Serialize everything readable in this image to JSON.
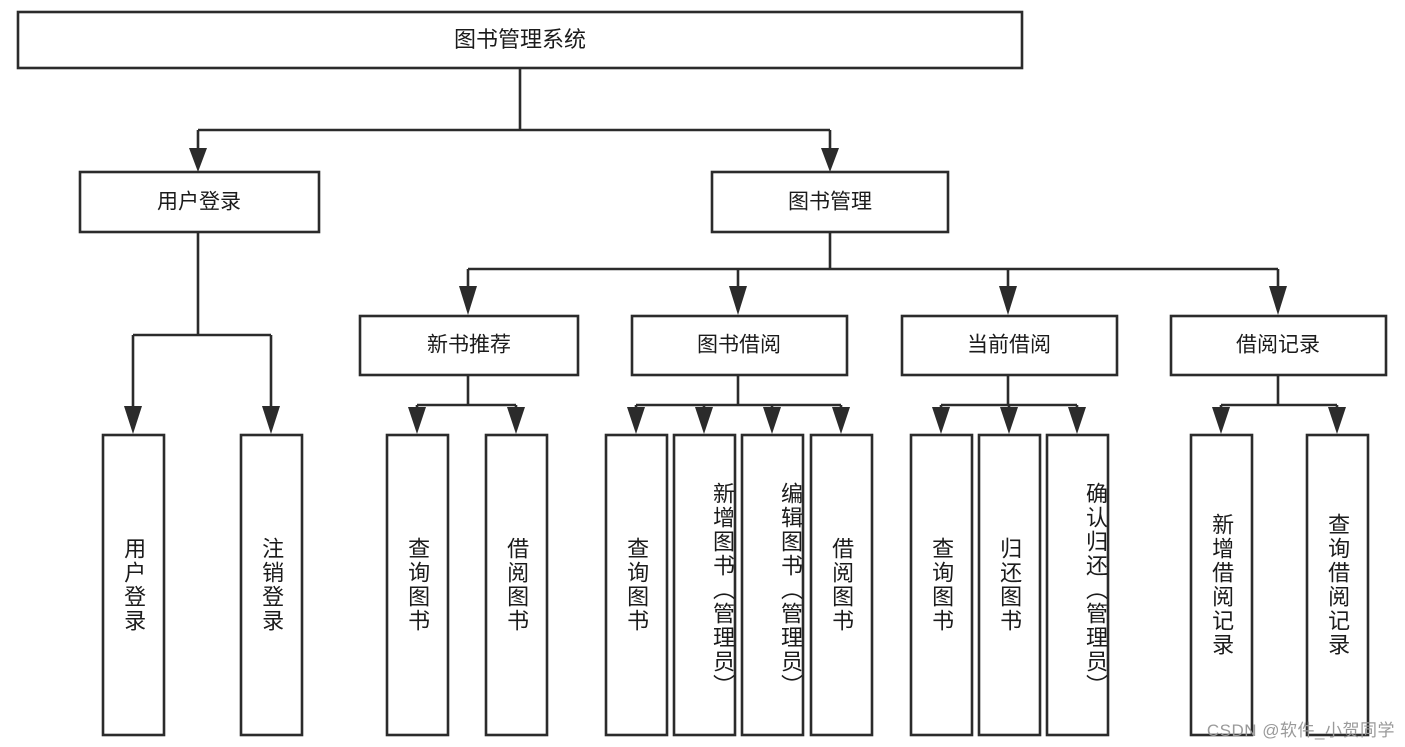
{
  "diagram": {
    "title": "图书管理系统",
    "type": "hierarchy-tree",
    "root": {
      "id": "root",
      "label": "图书管理系统"
    },
    "level2": [
      {
        "id": "user-login",
        "label": "用户登录"
      },
      {
        "id": "book-manage",
        "label": "图书管理"
      }
    ],
    "level3": [
      {
        "id": "new-book-recommend",
        "label": "新书推荐",
        "parent": "book-manage"
      },
      {
        "id": "book-borrow",
        "label": "图书借阅",
        "parent": "book-manage"
      },
      {
        "id": "current-borrow",
        "label": "当前借阅",
        "parent": "book-manage"
      },
      {
        "id": "borrow-record",
        "label": "借阅记录",
        "parent": "book-manage"
      }
    ],
    "leaves": {
      "user-login": [
        {
          "id": "leaf-user-login",
          "label": "用户登录"
        },
        {
          "id": "leaf-user-logout",
          "label": "注销登录"
        }
      ],
      "new-book-recommend": [
        {
          "id": "leaf-query-book-1",
          "label": "查询图书"
        },
        {
          "id": "leaf-borrow-book-1",
          "label": "借阅图书"
        }
      ],
      "book-borrow": [
        {
          "id": "leaf-query-book-2",
          "label": "查询图书"
        },
        {
          "id": "leaf-add-book",
          "label": "新增图书（管理员）"
        },
        {
          "id": "leaf-edit-book",
          "label": "编辑图书（管理员）"
        },
        {
          "id": "leaf-borrow-book-2",
          "label": "借阅图书"
        }
      ],
      "current-borrow": [
        {
          "id": "leaf-query-book-3",
          "label": "查询图书"
        },
        {
          "id": "leaf-return-book",
          "label": "归还图书"
        },
        {
          "id": "leaf-confirm-return",
          "label": "确认归还（管理员）"
        }
      ],
      "borrow-record": [
        {
          "id": "leaf-add-record",
          "label": "新增借阅记录"
        },
        {
          "id": "leaf-query-record",
          "label": "查询借阅记录"
        }
      ]
    },
    "colors": {
      "stroke": "#2b2b2b",
      "fill": "#ffffff",
      "text": "#1b1b1b",
      "watermark": "#9a9a9a"
    }
  },
  "watermark": {
    "text": "CSDN @软件_小贺同学"
  }
}
